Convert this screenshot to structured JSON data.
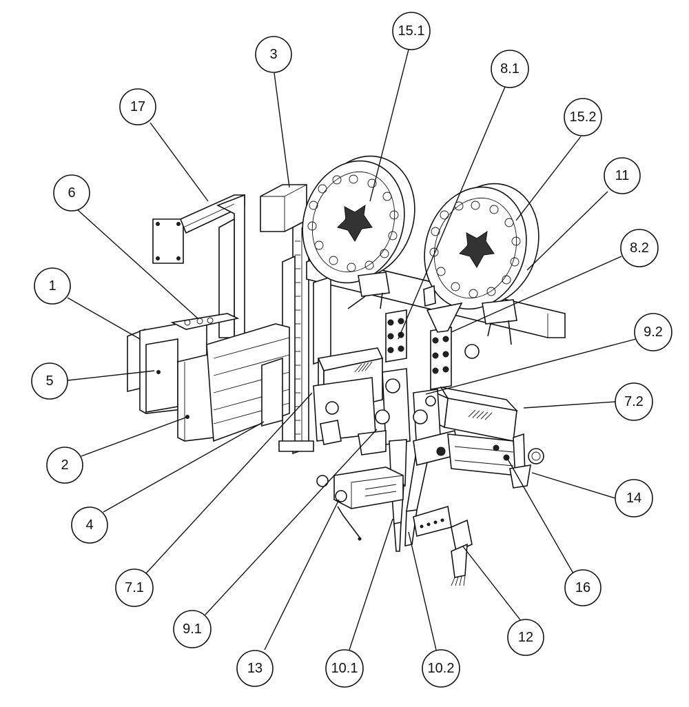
{
  "diagram": {
    "callouts": [
      {
        "id": "c17",
        "label": "17"
      },
      {
        "id": "c3",
        "label": "3"
      },
      {
        "id": "c15_1",
        "label": "15.1"
      },
      {
        "id": "c8_1",
        "label": "8.1"
      },
      {
        "id": "c15_2",
        "label": "15.2"
      },
      {
        "id": "c6",
        "label": "6"
      },
      {
        "id": "c11",
        "label": "11"
      },
      {
        "id": "c8_2",
        "label": "8.2"
      },
      {
        "id": "c1",
        "label": "1"
      },
      {
        "id": "c9_2",
        "label": "9.2"
      },
      {
        "id": "c5",
        "label": "5"
      },
      {
        "id": "c7_2",
        "label": "7.2"
      },
      {
        "id": "c2",
        "label": "2"
      },
      {
        "id": "c14",
        "label": "14"
      },
      {
        "id": "c4",
        "label": "4"
      },
      {
        "id": "c7_1",
        "label": "7.1"
      },
      {
        "id": "c16",
        "label": "16"
      },
      {
        "id": "c9_1",
        "label": "9.1"
      },
      {
        "id": "c12",
        "label": "12"
      },
      {
        "id": "c13",
        "label": "13"
      },
      {
        "id": "c10_1",
        "label": "10.1"
      },
      {
        "id": "c10_2",
        "label": "10.2"
      }
    ]
  },
  "colors": {
    "line": "#111111",
    "background": "#ffffff"
  }
}
